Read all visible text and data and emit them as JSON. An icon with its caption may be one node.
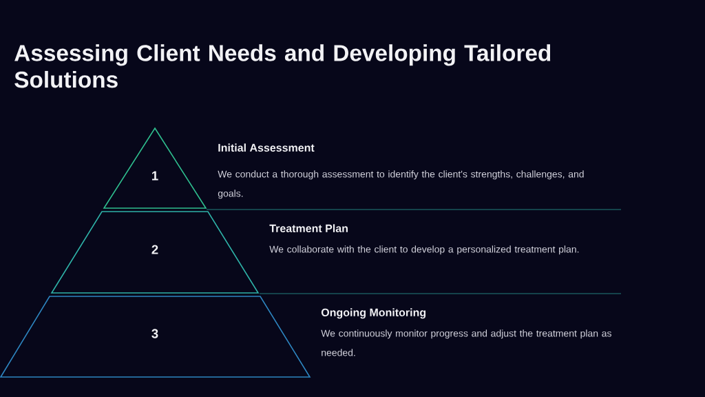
{
  "diagram": {
    "title": "Assessing Client Needs and Developing Tailored Solutions",
    "nodes": [
      {
        "text": [
          "1"
        ],
        "beside": [
          "Initial Assessment",
          "We conduct a thorough assessment to identify the client's strengths, challenges, and goals."
        ]
      },
      {
        "text": [
          "2"
        ],
        "beside": [
          "Treatment Plan",
          "We collaborate with the client to develop a personalized treatment plan."
        ]
      },
      {
        "text": [
          "3"
        ],
        "beside": [
          "Ongoing Monitoring",
          "We continuously monitor progress and adjust the treatment plan as needed."
        ]
      }
    ]
  }
}
